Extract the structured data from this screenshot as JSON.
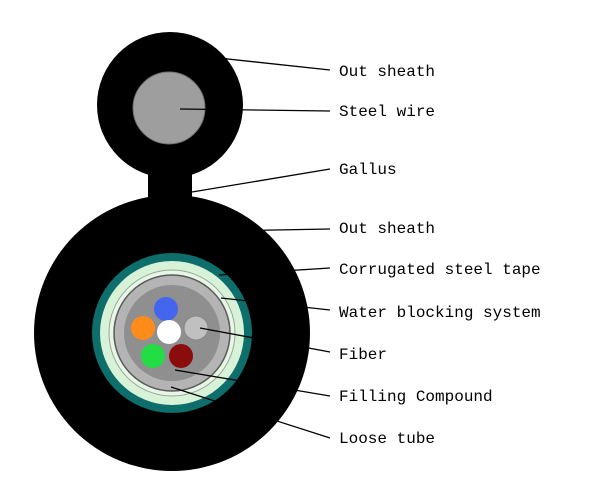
{
  "labels": {
    "out_sheath_top": "Out sheath",
    "steel_wire": "Steel wire",
    "gallus": "Gallus",
    "out_sheath_main": "Out sheath",
    "corrugated_steel_tape": "Corrugated steel tape",
    "water_blocking_system": "Water blocking system",
    "fiber": "Fiber",
    "filling_compound": "Filling Compound",
    "loose_tube": "Loose tube"
  },
  "colors": {
    "sheath": "#000000",
    "steel_wire": "#9e9e9e",
    "corrugated_tape": "#0e6e6c",
    "water_blocking": "#d8f2d8",
    "loose_tube": "#b4b4b4",
    "filling": "#8f8f8f",
    "fiber_blue": "#4466ee",
    "fiber_orange": "#ff8c1a",
    "fiber_white": "#ffffff",
    "fiber_gray": "#c0c0c0",
    "fiber_green": "#22dd44",
    "fiber_darkred": "#8b0c0c"
  }
}
